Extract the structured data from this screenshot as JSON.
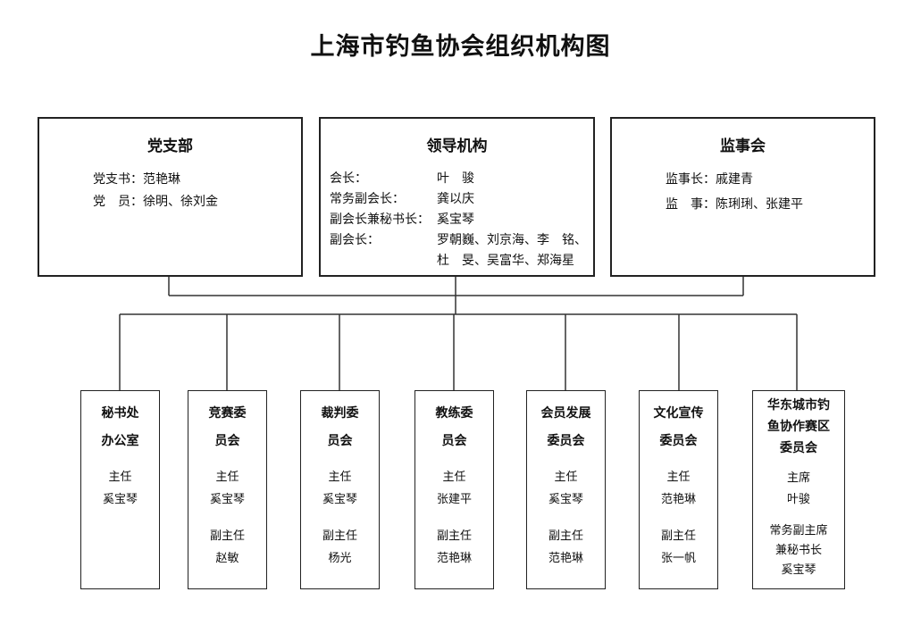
{
  "title": "上海市钓鱼协会组织机构图",
  "party": {
    "title": "党支部",
    "rows": [
      {
        "label": "党支书：",
        "value": "范艳琳"
      },
      {
        "label": "党　员：",
        "value": "徐明、徐刘金"
      }
    ]
  },
  "leadership": {
    "title": "领导机构",
    "rows": [
      {
        "label": "会长：",
        "value": "叶　骏"
      },
      {
        "label": "常务副会长：",
        "value": "龚以庆"
      },
      {
        "label": "副会长兼秘书长：",
        "value": "奚宝琴"
      },
      {
        "label": "副会长：",
        "value": "罗朝巍、刘京海、李　铭、"
      },
      {
        "label": "",
        "value": "杜　旻、吴富华、郑海星"
      }
    ]
  },
  "supervisory": {
    "title": "监事会",
    "rows": [
      {
        "label": "监事长：",
        "value": "戚建青"
      },
      {
        "label": "监　事：",
        "value": "陈琍琍、张建平"
      }
    ]
  },
  "committees": [
    {
      "title": [
        "秘书处",
        "办公室"
      ],
      "groups": [
        [
          "主任",
          "奚宝琴"
        ]
      ]
    },
    {
      "title": [
        "竞赛委",
        "员会"
      ],
      "groups": [
        [
          "主任",
          "奚宝琴"
        ],
        [
          "副主任",
          "赵敏"
        ]
      ]
    },
    {
      "title": [
        "裁判委",
        "员会"
      ],
      "groups": [
        [
          "主任",
          "奚宝琴"
        ],
        [
          "副主任",
          "杨光"
        ]
      ]
    },
    {
      "title": [
        "教练委",
        "员会"
      ],
      "groups": [
        [
          "主任",
          "张建平"
        ],
        [
          "副主任",
          "范艳琳"
        ]
      ]
    },
    {
      "title": [
        "会员发展",
        "委员会"
      ],
      "groups": [
        [
          "主任",
          "奚宝琴"
        ],
        [
          "副主任",
          "范艳琳"
        ]
      ]
    },
    {
      "title": [
        "文化宣传",
        "委员会"
      ],
      "groups": [
        [
          "主任",
          "范艳琳"
        ],
        [
          "副主任",
          "张一帆"
        ]
      ]
    },
    {
      "title": [
        "华东城市钓",
        "鱼协作赛区",
        "委员会"
      ],
      "groups": [
        [
          "主席",
          "叶骏"
        ],
        [
          "常务副主席",
          "兼秘书长",
          "奚宝琴"
        ]
      ]
    }
  ]
}
